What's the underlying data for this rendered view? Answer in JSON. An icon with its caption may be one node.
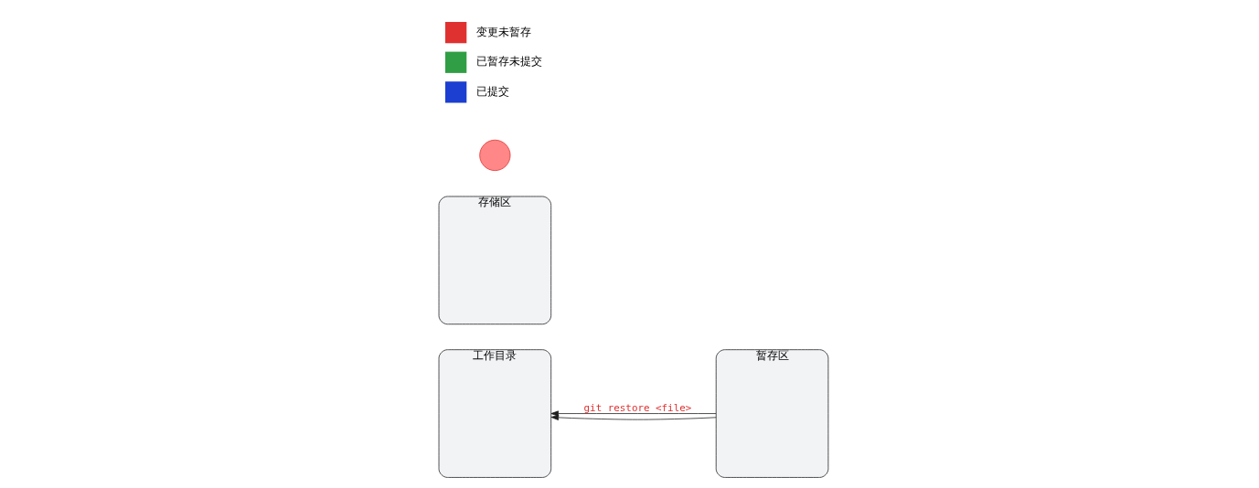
{
  "diagram": {
    "nodes": [
      {
        "text": [
          "工作目录"
        ]
      },
      {
        "text": [
          "暂存区"
        ]
      },
      {
        "text": [
          "存储区"
        ]
      },
      {
        "text": [],
        "shape": "circle"
      }
    ],
    "edges": [
      {
        "from": 1,
        "to": 0,
        "arrow": "to",
        "label": "git restore <file>"
      },
      {
        "from": 1,
        "to": 0,
        "arrow": "to"
      }
    ],
    "legend": [
      {
        "text": "变更未暂存",
        "color": "#e03131"
      },
      {
        "text": "已暂存未提交",
        "color": "#2f9e44"
      },
      {
        "text": "已提交",
        "color": "#1c3fd1"
      }
    ]
  }
}
